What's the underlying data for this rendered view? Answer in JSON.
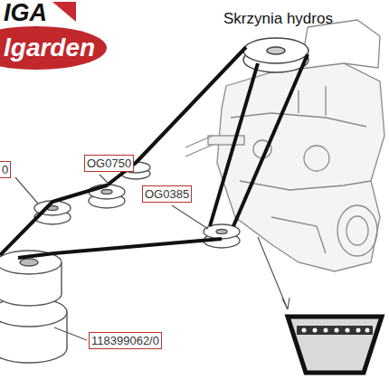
{
  "diagram": {
    "labels": [
      "IGA",
      "lgarden",
      "Skrzynia hydros",
      "0",
      "OG0750",
      "OG0385",
      "118399062/0"
    ]
  }
}
